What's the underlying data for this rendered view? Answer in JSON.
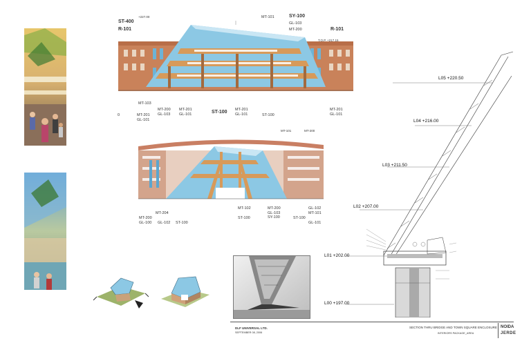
{
  "elevation_top": {
    "labels_top": {
      "st400": "ST-400",
      "r101_left": "R-101",
      "small_top": "+227.00",
      "mt101": "MT-101",
      "sy100": "SY-100",
      "gl103": "GL-103",
      "mt200": "MT-200",
      "r101_right": "R-101",
      "top_level": "T.O.P. +217.15"
    },
    "labels_bottom": {
      "zero": "0",
      "mt103": "MT-103",
      "mt201_a": "MT-201\nGL-101",
      "mt200_a": "MT-200\nGL-103",
      "mt201_b": "MT-201\nGL-101",
      "st100_big": "ST-100",
      "mt201_c": "MT-201\nGL-101",
      "st100_small": "ST-100",
      "mt201_d": "MT-201\nGL-101"
    }
  },
  "elevation_mid": {
    "labels_top": {
      "a": "MT-101",
      "b": "MT-200"
    },
    "labels_bottom": {
      "mt204": "MT-204",
      "mt200_gl100": "MT-200\nGL-100",
      "gl102": "GL-102",
      "st100_a": "ST-100",
      "mt102": "MT-102",
      "st100_b": "ST-100",
      "mt200_gl103": "MT-200\nGL-103\nSY-100",
      "st100_c": "ST-100",
      "gl102_b": "GL-102\nMT-101",
      "gl101": "GL-101"
    }
  },
  "section": {
    "levels": [
      {
        "code": "L05",
        "value": "+220.50"
      },
      {
        "code": "L04",
        "value": "+216.00"
      },
      {
        "code": "L03",
        "value": "+211.50"
      },
      {
        "code": "L02",
        "value": "+207.00"
      },
      {
        "code": "L01",
        "value": "+202.00"
      },
      {
        "code": "L00",
        "value": "+197.00"
      }
    ]
  },
  "title_block": {
    "client": "DLF UNIVERSAL LTD.",
    "date": "SEPTEMBER 08, 2006",
    "title": "SECTION THRU BRIDGE AND TOWN SQUARE ENCLOSURE",
    "subtitle": "INTERIORS PACKAGE_AREA",
    "logo_top": "NOIDA",
    "logo_bottom": "JERDE"
  },
  "colors": {
    "glass": "#8cc8e4",
    "wood": "#d79a5a",
    "facade": "#c9825a",
    "sky": "#b7dcef"
  }
}
